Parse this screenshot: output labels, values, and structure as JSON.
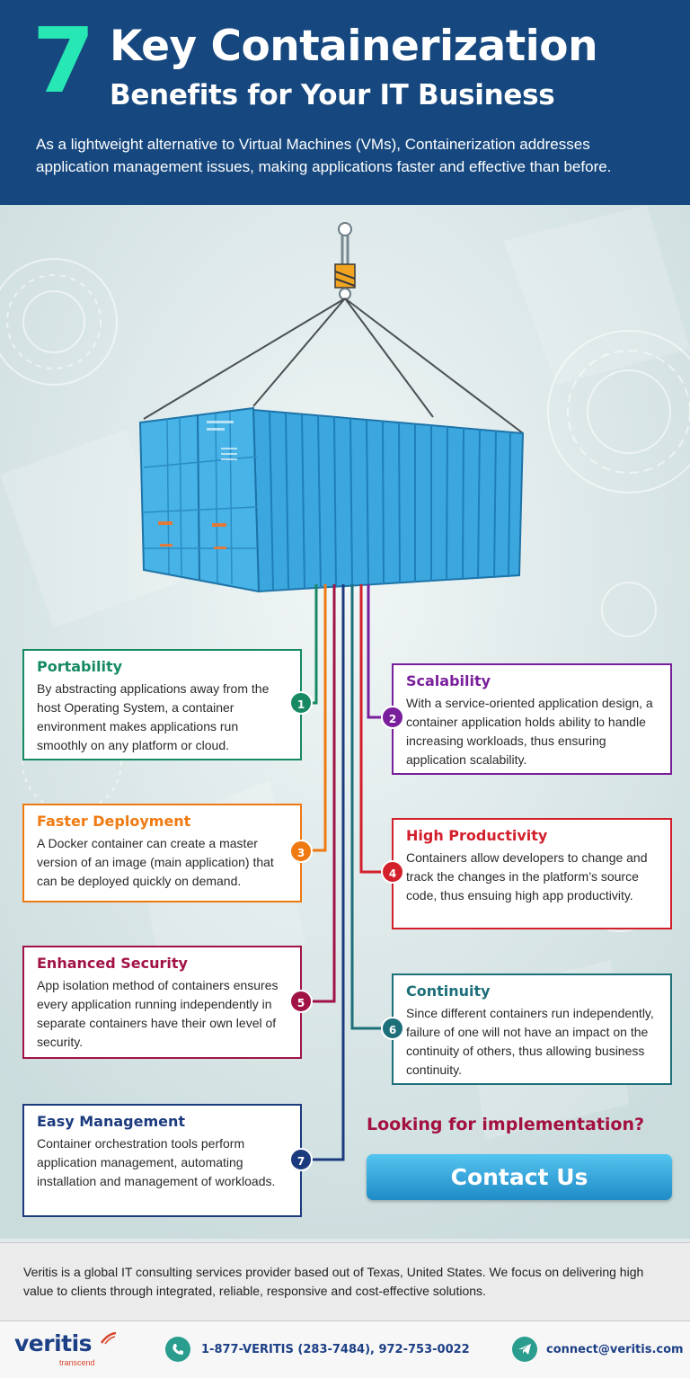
{
  "header": {
    "number": "7",
    "title_line1": "Key Containerization",
    "title_line2": "Benefits for Your IT Business",
    "intro": "As a lightweight alternative to Virtual Machines (VMs), Containerization addresses application management issues, making applications faster and effective than before."
  },
  "benefits": [
    {
      "number": "1",
      "title": "Portability",
      "description": "By abstracting applications away from the host Operating System, a container environment makes applications run smoothly on any platform or cloud.",
      "color": "#178a63"
    },
    {
      "number": "2",
      "title": "Scalability",
      "description": "With a service-oriented application design, a container application holds ability to handle increasing workloads, thus ensuring application scalability.",
      "color": "#7a1f9b"
    },
    {
      "number": "3",
      "title": "Faster Deployment",
      "description": "A Docker container can create a master version of an image (main application) that can be deployed quickly on demand.",
      "color": "#ef7a12"
    },
    {
      "number": "4",
      "title": "High Productivity",
      "description": "Containers allow developers to change and track the changes in the platform’s source code, thus ensuing high app productivity.",
      "color": "#d21f2b"
    },
    {
      "number": "5",
      "title": "Enhanced Security",
      "description": "App isolation method of containers ensures every application running independently in separate containers have their own level of security.",
      "color": "#a11346"
    },
    {
      "number": "6",
      "title": "Continuity",
      "description": "Since different containers run independently, failure of one will not have an impact on the continuity of others, thus allowing business continuity.",
      "color": "#1d6f79"
    },
    {
      "number": "7",
      "title": "Easy Management",
      "description": "Container orchestration tools perform application management, automating installation and management of workloads.",
      "color": "#1c3b7e"
    }
  ],
  "cta": {
    "question": "Looking for implementation?",
    "button_label": "Contact Us"
  },
  "about": {
    "text": "Veritis is a global IT consulting services provider based out of Texas, United States. We focus on delivering high value to clients through integrated, reliable, responsive and cost-effective solutions."
  },
  "footer": {
    "brand": "veritis",
    "tagline": "transcend",
    "phone": "1-877-VERITIS (283-7484), 972-753-0022",
    "email": "connect@veritis.com",
    "phone_icon": "phone-icon",
    "email_icon": "send-icon"
  },
  "colors": {
    "header_bg": "#16487f",
    "accent_green": "#27e8b4",
    "container_blue": "#3ba7de",
    "cta_text": "#a31140"
  }
}
